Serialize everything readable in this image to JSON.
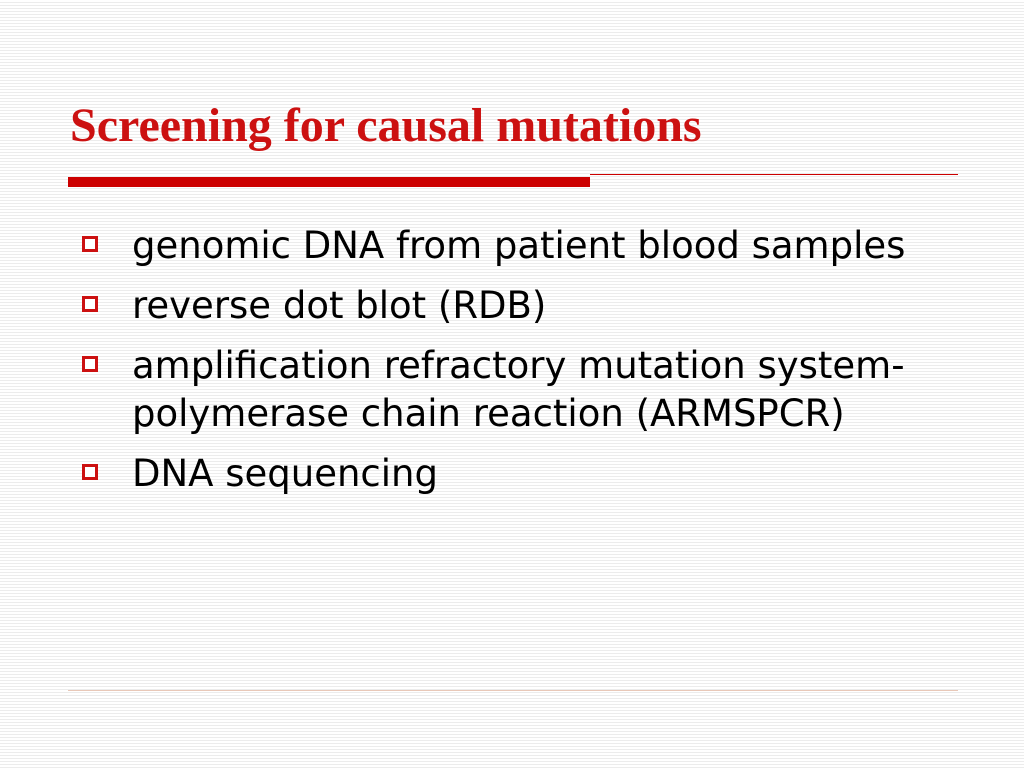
{
  "slide": {
    "title": "Screening for causal mutations",
    "bullets": [
      "genomic DNA from patient blood samples",
      "reverse dot blot (RDB)",
      "amplification refractory mutation system-polymerase chain reaction (ARMSPCR)",
      "DNA sequencing"
    ]
  },
  "colors": {
    "accent": "#cc1111",
    "text": "#000000",
    "background": "#ffffff"
  },
  "icons": {
    "bullet_marker": "hollow-square-icon"
  }
}
